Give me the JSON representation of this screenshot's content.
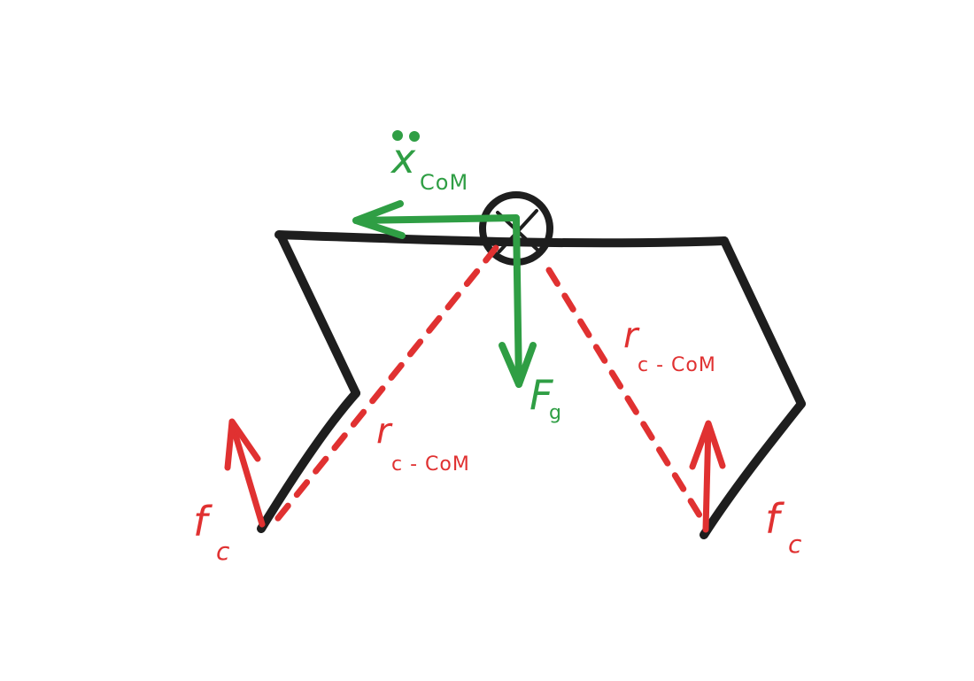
{
  "colors": {
    "structure": "#1e1e1e",
    "green": "#2f9e44",
    "red": "#e03131",
    "background": "#ffffff"
  },
  "labels": {
    "accel_symbol": "x",
    "accel_subscript": "CoM",
    "gravity_symbol": "F",
    "gravity_subscript": "g",
    "r_left_symbol": "r",
    "r_left_subscript": "c - CoM",
    "r_right_symbol": "r",
    "r_right_subscript": "c - CoM",
    "fc_left_symbol": "f",
    "fc_left_subscript": "c",
    "fc_right_symbol": "f",
    "fc_right_subscript": "c"
  },
  "icons": {
    "com_marker": "crossed-circle-icon",
    "double_dot": "double-dot-accent"
  }
}
